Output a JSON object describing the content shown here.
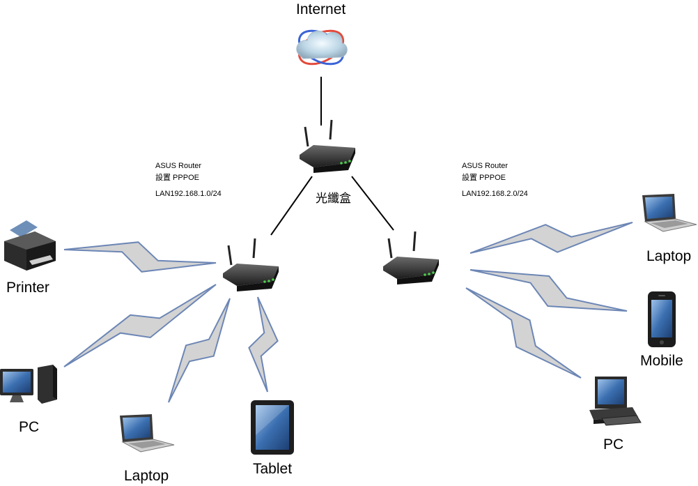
{
  "nodes": {
    "internet": {
      "label": "Internet",
      "icon": "cloud-icon"
    },
    "fiber_box": {
      "label": "光纖盒",
      "icon": "router-icon"
    },
    "router_left": {
      "icon": "router-icon",
      "info": [
        "ASUS Router",
        "設置 PPPOE",
        "",
        "LAN192.168.1.0/24"
      ]
    },
    "router_right": {
      "icon": "router-icon",
      "info": [
        "ASUS Router",
        "設置 PPPOE",
        "",
        "LAN192.168.2.0/24"
      ]
    },
    "printer": {
      "label": "Printer",
      "icon": "printer-icon"
    },
    "pc_left": {
      "label": "PC",
      "icon": "desktop-pc-icon"
    },
    "laptop_left": {
      "label": "Laptop",
      "icon": "laptop-icon"
    },
    "tablet": {
      "label": "Tablet",
      "icon": "tablet-icon"
    },
    "laptop_right": {
      "label": "Laptop",
      "icon": "laptop-icon"
    },
    "mobile": {
      "label": "Mobile",
      "icon": "mobile-phone-icon"
    },
    "pc_right": {
      "label": "PC",
      "icon": "desktop-pc-icon"
    }
  },
  "colors": {
    "wireless_fill": "#d3d3d3",
    "wireless_stroke": "#6c86b5",
    "wired_line": "#000000",
    "router_body": "#2b2b2b",
    "screen_blue": "#3b6fb0"
  }
}
